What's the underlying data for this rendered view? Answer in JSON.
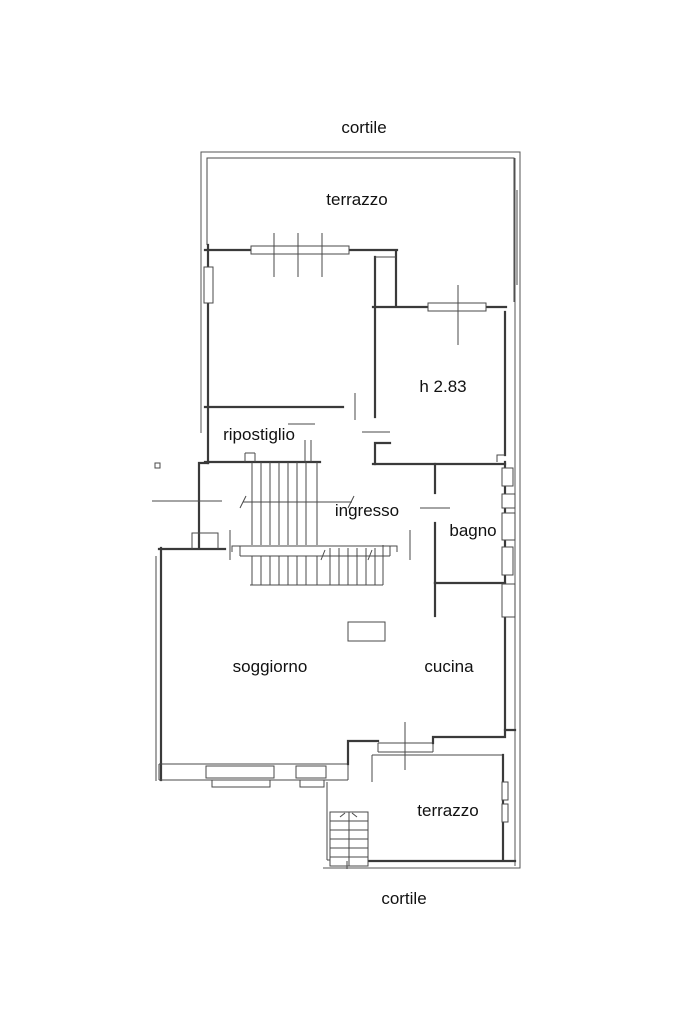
{
  "drawing": {
    "type": "floor-plan",
    "labels": {
      "cortile_top": "cortile",
      "terrazzo_top": "terrazzo",
      "ceiling_height": "h 2.83",
      "ripostiglio": "ripostiglio",
      "ingresso": "ingresso",
      "bagno": "bagno",
      "soggiorno": "soggiorno",
      "cucina": "cucina",
      "terrazzo_bottom": "terrazzo",
      "cortile_bottom": "cortile"
    },
    "colors": {
      "background": "#ffffff",
      "line": "#3a3a3a",
      "text": "#111111"
    }
  }
}
